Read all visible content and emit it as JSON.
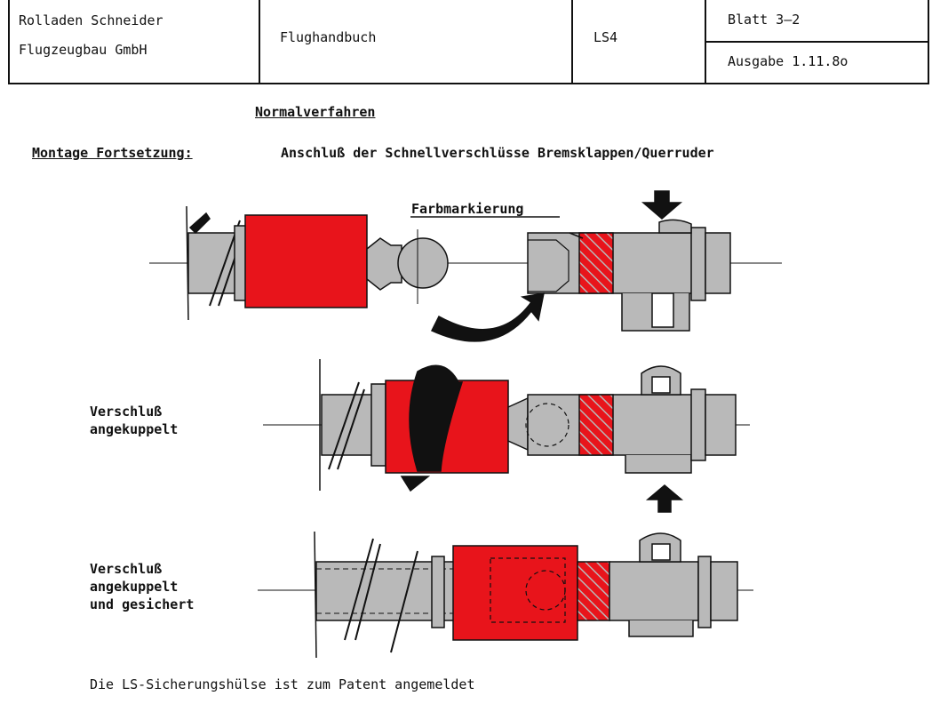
{
  "header": {
    "company_line1": "Rolladen Schneider",
    "company_line2": "Flugzeugbau GmbH",
    "document": "Flughandbuch",
    "model": "LS4",
    "sheet": "Blatt 3—2",
    "edition": "Ausgabe 1.11.8o"
  },
  "section_heading": "Normalverfahren",
  "montage_label": "Montage Fortsetzung:",
  "subtitle": "Anschluß der Schnellverschlüsse Bremsklappen/Querruder",
  "diagram": {
    "callout": "Farbmarkierung",
    "label_2_line1": "Verschluß",
    "label_2_line2": "angekuppelt",
    "label_3_line1": "Verschluß",
    "label_3_line2": "angekuppelt",
    "label_3_line3": "und gesichert"
  },
  "footer_note": "Die LS-Sicherungshülse ist zum Patent angemeldet",
  "colors": {
    "sleeve_red": "#e8141b",
    "metal_gray": "#b9b9b9",
    "ink": "#111111"
  }
}
